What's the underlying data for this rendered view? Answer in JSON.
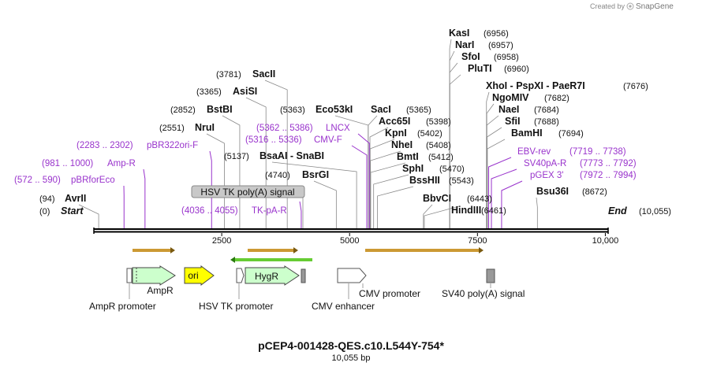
{
  "credit": {
    "prefix": "Created by",
    "brand": "SnapGene"
  },
  "title": "pCEP4-001428-QES.c10.L544Y-754*",
  "length_label": "10,055 bp",
  "bp_total": 10055,
  "axis": {
    "start_label": "Start",
    "start_pos": "(0)",
    "end_label": "End",
    "end_pos": "(10,055)",
    "ticks": [
      {
        "bp": 2500,
        "label": "2500"
      },
      {
        "bp": 5000,
        "label": "5000"
      },
      {
        "bp": 7500,
        "label": "7500"
      },
      {
        "bp": 10000,
        "label": "10,000"
      }
    ]
  },
  "enzymes": [
    {
      "name": "AvrII",
      "pos": "(94)",
      "bp": 94
    },
    {
      "name": "NruI",
      "pos": "(2551)",
      "bp": 2551
    },
    {
      "name": "BstBI",
      "pos": "(2852)",
      "bp": 2852
    },
    {
      "name": "AsiSI",
      "pos": "(3365)",
      "bp": 3365
    },
    {
      "name": "SacII",
      "pos": "(3781)",
      "bp": 3781
    },
    {
      "name": "BsaAI - SnaBI",
      "pos": "(5137)",
      "bp": 5137
    },
    {
      "name": "BsrGI",
      "pos": "(4740)",
      "bp": 4740
    },
    {
      "name": "Eco53kI",
      "pos": "(5363)",
      "bp": 5363
    },
    {
      "name": "SacI",
      "pos": "(5365)",
      "bp": 5365
    },
    {
      "name": "Acc65I",
      "pos": "(5398)",
      "bp": 5398
    },
    {
      "name": "KpnI",
      "pos": "(5402)",
      "bp": 5402
    },
    {
      "name": "NheI",
      "pos": "(5408)",
      "bp": 5408
    },
    {
      "name": "BmtI",
      "pos": "(5412)",
      "bp": 5412
    },
    {
      "name": "SphI",
      "pos": "(5470)",
      "bp": 5470
    },
    {
      "name": "BssHII",
      "pos": "(5543)",
      "bp": 5543
    },
    {
      "name": "BbvCI",
      "pos": "(6443)",
      "bp": 6443
    },
    {
      "name": "HindIII",
      "pos": "(6461)",
      "bp": 6461
    },
    {
      "name": "KasI",
      "pos": "(6956)",
      "bp": 6956
    },
    {
      "name": "NarI",
      "pos": "(6957)",
      "bp": 6957
    },
    {
      "name": "SfoI",
      "pos": "(6958)",
      "bp": 6958
    },
    {
      "name": "PluTI",
      "pos": "(6960)",
      "bp": 6960
    },
    {
      "name": "XhoI - PspXI - PaeR7I",
      "pos": "(7676)",
      "bp": 7676
    },
    {
      "name": "NgoMIV",
      "pos": "(7682)",
      "bp": 7682
    },
    {
      "name": "NaeI",
      "pos": "(7684)",
      "bp": 7684
    },
    {
      "name": "SfiI",
      "pos": "(7688)",
      "bp": 7688
    },
    {
      "name": "BamHI",
      "pos": "(7694)",
      "bp": 7694
    },
    {
      "name": "Bsu36I",
      "pos": "(8672)",
      "bp": 8672
    }
  ],
  "primers": [
    {
      "name": "pBRforEco",
      "range": "(572 .. 590)",
      "bp": 590
    },
    {
      "name": "Amp-R",
      "range": "(981 .. 1000)",
      "bp": 1000
    },
    {
      "name": "pBR322ori-F",
      "range": "(2283 .. 2302)",
      "bp": 2302
    },
    {
      "name": "TK-pA-R",
      "range": "(4036 .. 4055)",
      "bp": 4055
    },
    {
      "name": "CMV-F",
      "range": "(5316 .. 5336)",
      "bp": 5336
    },
    {
      "name": "LNCX",
      "range": "(5362 .. 5386)",
      "bp": 5386
    },
    {
      "name": "EBV-rev",
      "range": "(7719 .. 7738)",
      "bp": 7719
    },
    {
      "name": "SV40pA-R",
      "range": "(7773 .. 7792)",
      "bp": 7773
    },
    {
      "name": "pGEX 3'",
      "range": "(7972 .. 7994)",
      "bp": 7972
    }
  ],
  "signal_label": "HSV TK poly(A) signal",
  "features": [
    {
      "name": "AmpR",
      "type": "gene",
      "color": "#ccffcc"
    },
    {
      "name": "ori",
      "type": "origin",
      "color": "#ffff00"
    },
    {
      "name": "HygR",
      "type": "gene",
      "color": "#ccffcc"
    },
    {
      "name": "AmpR promoter",
      "type": "promoter"
    },
    {
      "name": "HSV TK promoter",
      "type": "promoter"
    },
    {
      "name": "CMV enhancer",
      "type": "enhancer"
    },
    {
      "name": "CMV promoter",
      "type": "promoter"
    },
    {
      "name": "SV40 poly(A) signal",
      "type": "terminator",
      "color": "#999999"
    }
  ],
  "colors": {
    "primer": "#9933cc",
    "orf": "#cc9933",
    "orf_green": "#66cc33",
    "gene": "#ccffcc",
    "origin": "#ffff00",
    "backbone": "#000000"
  }
}
